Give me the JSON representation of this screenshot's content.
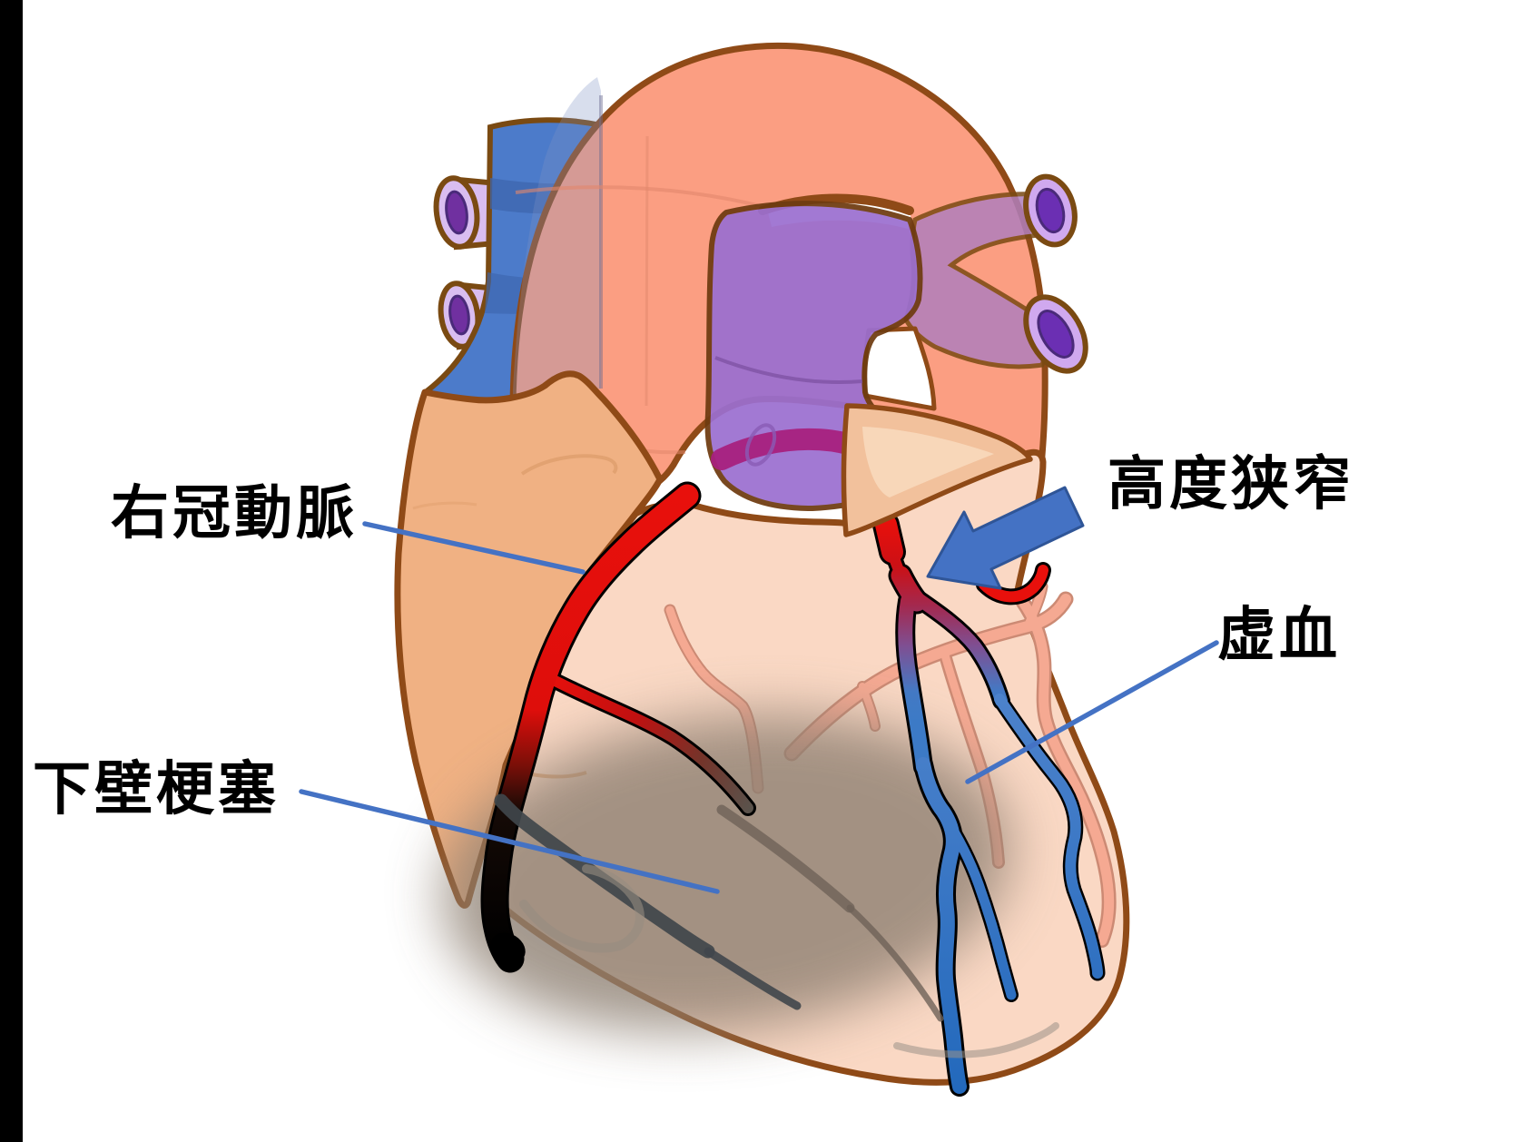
{
  "figure": {
    "type": "medical-illustration",
    "subject": "heart anterior view with right coronary artery, severe stenosis, ischemic vessels and inferior wall infarction",
    "background_color": "#FFFFFF",
    "left_edge_bar_color": "#000000"
  },
  "labels": {
    "right_coronary_artery": "右冠動脈",
    "severe_stenosis": "高度狭窄",
    "ischemia": "虚血",
    "inferior_wall_infarction": "下壁梗塞"
  },
  "annotation": {
    "leader_line_color": "#4472C4",
    "arrow_fill": "#4472C4",
    "arrow_stroke": "#2F5597",
    "text_color": "#000000"
  },
  "anatomy_colors": {
    "heart_body": "#FAD8C4",
    "right_atrium": "#F0B183",
    "atrial_appendage_flap": "#F2C19C",
    "aorta": "#FB9E82",
    "pulmonary_trunk": "#9B6FD0",
    "pulmonary_valve_band": "#A8217E",
    "superior_vena_cava": "#4C7BCA",
    "pulmonary_vein_tube": "#D9BDF0",
    "vessel_cut_lumen": "#6B2FB3",
    "outline_brown": "#8F4A17",
    "artery_red": "#E8100C",
    "ischemic_blue": "#2E73C2",
    "normal_branch_salmon": "#F5A992",
    "infarct_gray": "#8E8072",
    "occluded_black": "#000000"
  }
}
